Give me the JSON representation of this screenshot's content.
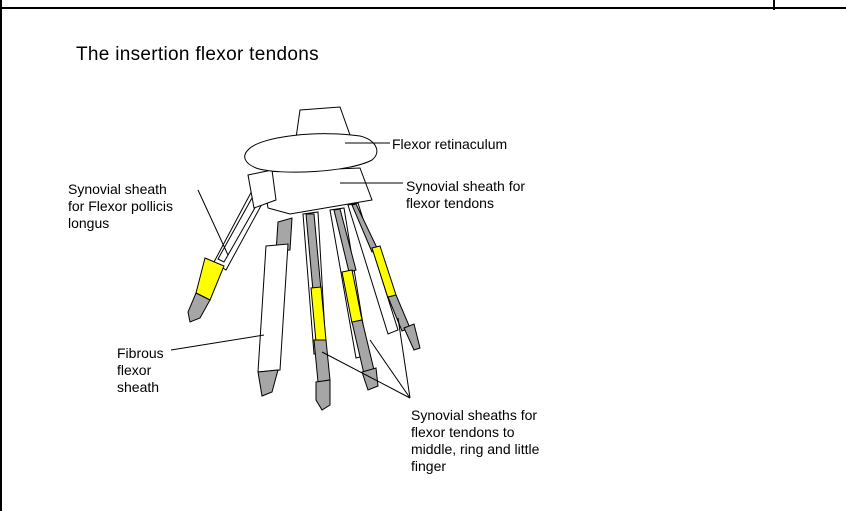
{
  "title": "The insertion flexor tendons",
  "labels": {
    "flexor_retinaculum": "Flexor retinaculum",
    "synovial_sheath_flexor_tendons": "Synovial sheath for\nflexor tendons",
    "synovial_sheath_pollicis": "Synovial sheath\nfor Flexor pollicis\nlongus",
    "fibrous_flexor_sheath": "Fibrous\nflexor\nsheath",
    "synovial_sheaths_fingers": "Synovial sheaths for\nflexor tendons to\nmiddle, ring and little\nfinger"
  },
  "colors": {
    "sheath_fill": "#ffffff",
    "tendon_gray": "#a6a6a6",
    "synovial_yellow": "#ffff00",
    "outline": "#000000"
  }
}
